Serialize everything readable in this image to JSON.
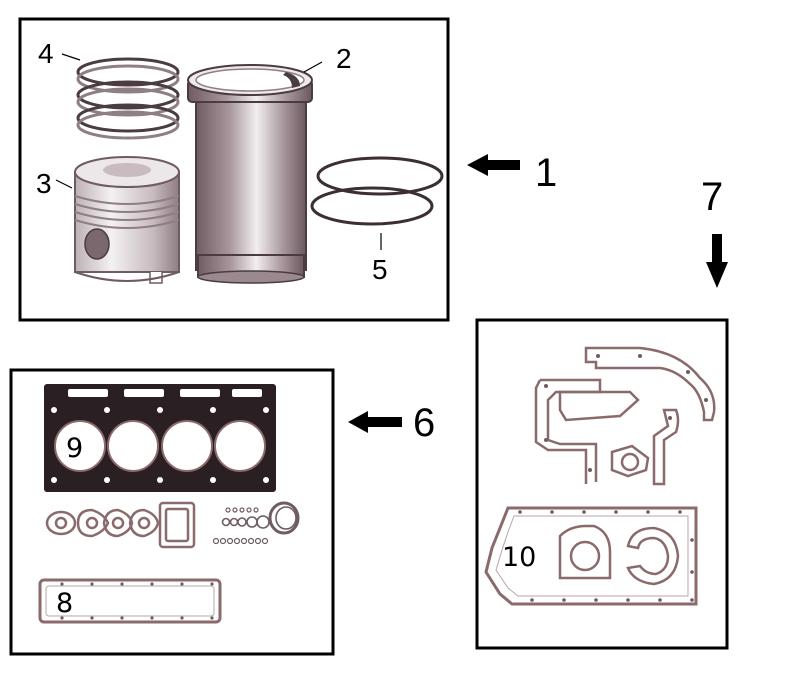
{
  "callouts": {
    "assembly_kit": "1",
    "cylinder_liner": "2",
    "piston": "3",
    "piston_rings": "4",
    "liner_o_rings": "5",
    "top_gasket_set": "6",
    "bottom_gasket_set": "7",
    "oil_pan_gasket": "8",
    "head_gasket": "9",
    "crankcase_gasket": "10"
  },
  "colors": {
    "gasket": "#8a6a6a",
    "gasket_dark": "#2a1f22",
    "metal_light": "#e6e0e2",
    "metal_mid": "#b7a9ad",
    "metal_dark": "#6f5c62"
  }
}
